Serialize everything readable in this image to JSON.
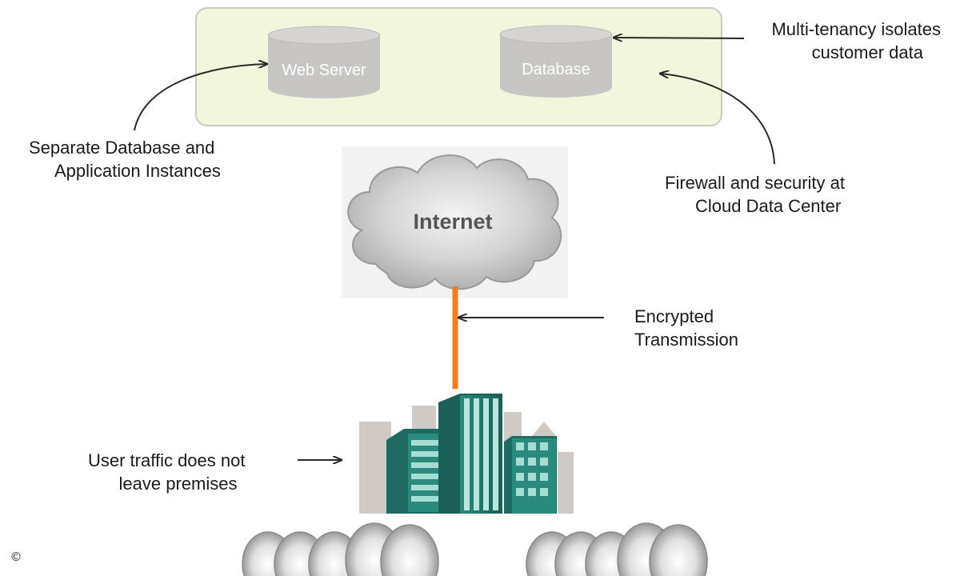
{
  "cloud_box": {
    "web_server_label": "Web Server",
    "database_label": "Database"
  },
  "internet_label": "Internet",
  "annotations": {
    "multi_tenancy": {
      "line1": "Multi-tenancy isolates",
      "line2": "customer data"
    },
    "separate_instances": {
      "line1": "Separate Database and",
      "line2": "Application Instances"
    },
    "firewall": {
      "line1": "Firewall and security at",
      "line2": "Cloud Data Center"
    },
    "encrypted": {
      "line1": "Encrypted",
      "line2": "Transmission"
    },
    "user_traffic": {
      "line1": "User traffic does not",
      "line2": "leave premises"
    }
  },
  "copyright_symbol": "©",
  "colors": {
    "cloud_box_fill": "#f1f6dd",
    "cloud_box_border": "#c9cdbb",
    "cylinder_fill": "#c8c6c4",
    "connection_line": "#f47b20",
    "building_primary": "#1f6b63",
    "building_secondary": "#2e8378",
    "building_background": "#cfcac6",
    "arrow": "#2a2a2a"
  }
}
